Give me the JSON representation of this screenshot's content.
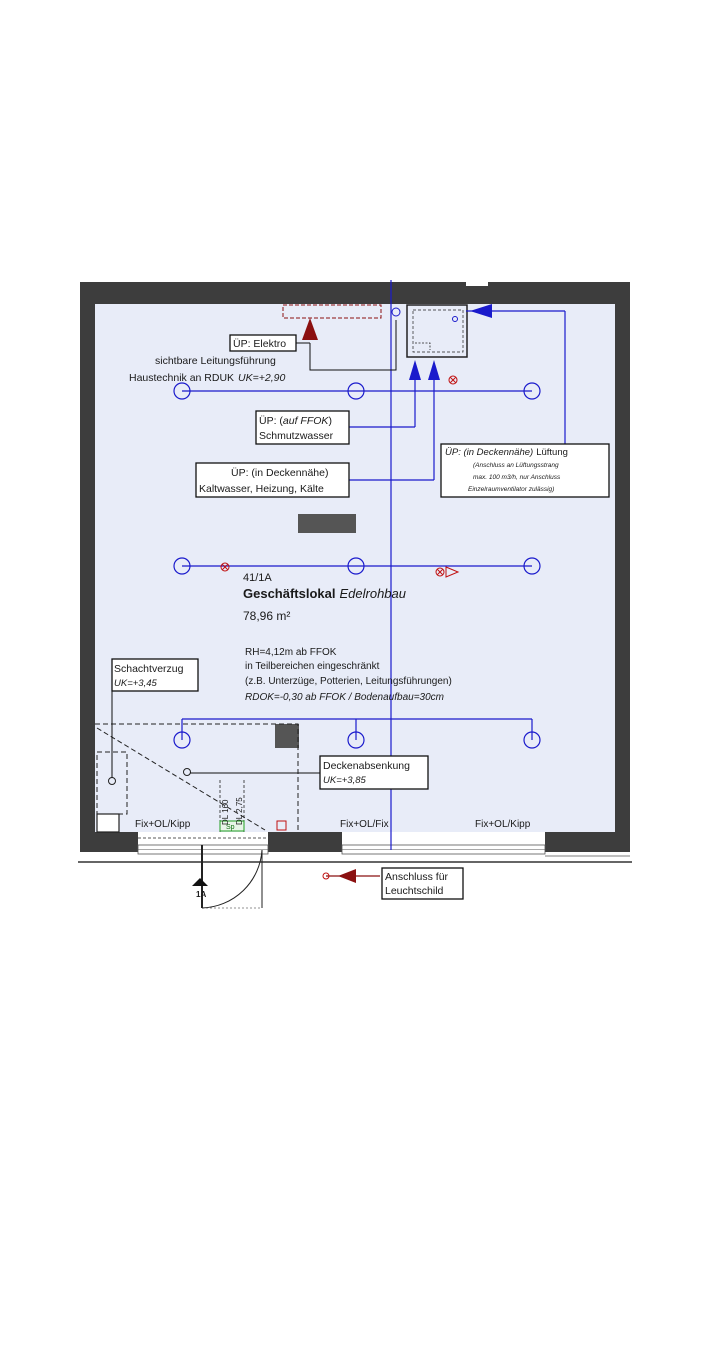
{
  "room": {
    "number": "41/1A",
    "name": "Geschäftslokal",
    "status": "Edelrohbau",
    "area": "78,96 m²",
    "height_line1": "RH=4,12m ab FFOK",
    "height_line2": "in Teilbereichen eingeschränkt",
    "height_line3": "(z.B. Unterzüge, Potterien, Leitungsführungen)",
    "height_line4": "RDOK=-0,30 ab FFOK / Bodenaufbau=30cm"
  },
  "callouts": {
    "elektro_title": "ÜP: Elektro",
    "elektro_line2": "sichtbare Leitungsführung",
    "elektro_line3": "Haustechnik an RDUK",
    "elektro_uk": "UK=+2,90",
    "schmutz_title_a": "ÜP: (",
    "schmutz_title_b": "auf FFOK",
    "schmutz_title_c": ")",
    "schmutz_line2": "Schmutzwasser",
    "kalt_title": "ÜP: (in Deckennähe)",
    "kalt_line2": "Kaltwasser, Heizung, Kälte",
    "lueftung_title_a": "ÜP: (in Deckennähe)",
    "lueftung_title_b": "Lüftung",
    "lueftung_line2": "(Anschluss an Lüftungsstrang",
    "lueftung_line3": "max. 100 m3/h, nur Anschluss",
    "lueftung_line4": "Einzelraumventilator zulässig)",
    "schacht_title": "Schachtverzug",
    "schacht_uk": "UK=+3,45",
    "decken_title": "Deckenabsenkung",
    "decken_uk": "UK=+3,85",
    "anschluss_line1": "Anschluss für",
    "anschluss_line2": "Leuchtschild"
  },
  "windows": {
    "left": "Fix+OL/Kipp",
    "mid": "Fix+OL/Fix",
    "right": "Fix+OL/Kipp"
  },
  "door": {
    "dl1": "DL 160",
    "dl2": "DL 2,75",
    "green_tag": "Sp",
    "entrance_tag": "1A"
  },
  "colors": {
    "floor": "#e8ecf8",
    "wall": "#3d3d3d",
    "service_blue": "#1a1acc",
    "electro_red": "#8b1010"
  }
}
